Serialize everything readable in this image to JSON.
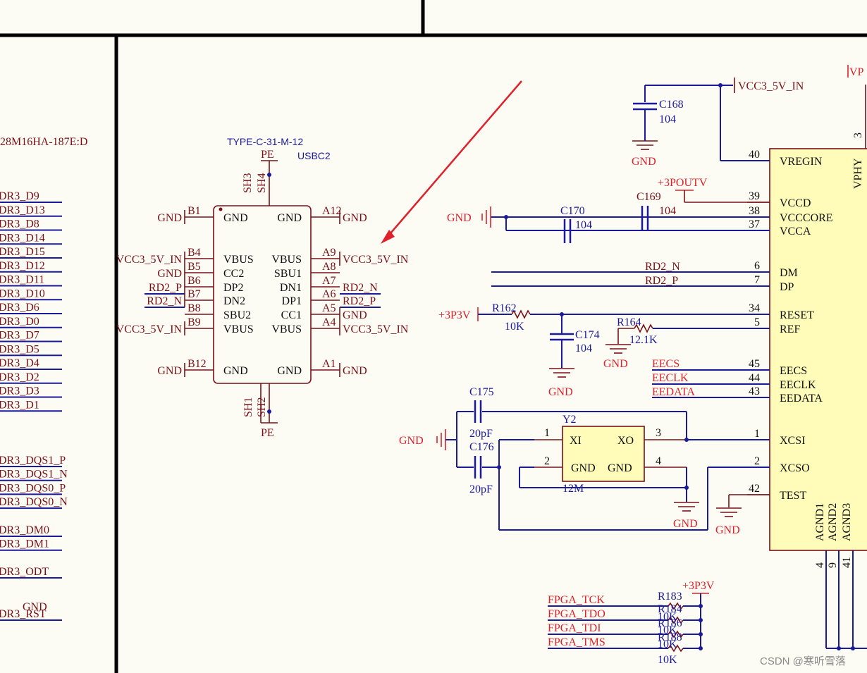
{
  "left_nets": [
    "DR3_D9",
    "DR3_D13",
    "DR3_D8",
    "DR3_D14",
    "DR3_D15",
    "DR3_D12",
    "DR3_D11",
    "DR3_D10",
    "DR3_D6",
    "DR3_D0",
    "DR3_D7",
    "DR3_D5",
    "DR3_D4",
    "DR3_D2",
    "DR3_D3",
    "DR3_D1"
  ],
  "left_nets_2": [
    "DR3_DQS1_P",
    "DR3_DQS1_N",
    "DR3_DQS0_P",
    "DR3_DQS0_N"
  ],
  "left_nets_3": [
    "DR3_DM0",
    "DR3_DM1"
  ],
  "left_odt": "DR3_ODT",
  "left_rst": "DR3_RST",
  "left_gnd": "GND",
  "left_part": "28M16HA-187E:D",
  "usbc": {
    "part": "TYPE-C-31-M-12",
    "ref": "USBC2",
    "pe_top": "PE",
    "pe_bottom": "PE",
    "sh_top": [
      "SH3",
      "SH4"
    ],
    "sh_bottom": [
      "SH1",
      "SH2"
    ],
    "left_pins": [
      {
        "pin": "B1",
        "name": "GND",
        "net": "GND"
      },
      {
        "pin": "B4",
        "name": "VBUS",
        "net": "VCC3_5V_IN"
      },
      {
        "pin": "B5",
        "name": "CC2",
        "net": "GND"
      },
      {
        "pin": "B6",
        "name": "DP2",
        "net": "RD2_P"
      },
      {
        "pin": "B7",
        "name": "DN2",
        "net": "RD2_N"
      },
      {
        "pin": "B8",
        "name": "SBU2",
        "net": ""
      },
      {
        "pin": "B9",
        "name": "VBUS",
        "net": "VCC3_5V_IN"
      },
      {
        "pin": "B12",
        "name": "GND",
        "net": "GND"
      }
    ],
    "right_pins": [
      {
        "pin": "A12",
        "name": "GND",
        "net": "GND"
      },
      {
        "pin": "A9",
        "name": "VBUS",
        "net": "VCC3_5V_IN"
      },
      {
        "pin": "A8",
        "name": "SBU1",
        "net": ""
      },
      {
        "pin": "A7",
        "name": "DN1",
        "net": "RD2_N"
      },
      {
        "pin": "A6",
        "name": "DP1",
        "net": "RD2_P"
      },
      {
        "pin": "A5",
        "name": "CC1",
        "net": "GND"
      },
      {
        "pin": "A4",
        "name": "VBUS",
        "net": "VCC3_5V_IN"
      },
      {
        "pin": "A1",
        "name": "GND",
        "net": "GND"
      }
    ]
  },
  "ic": {
    "right_top_net": "VP",
    "right_pin3": "3",
    "partial_name": "VPHY",
    "pins": [
      {
        "num": "40",
        "name": "VREGIN"
      },
      {
        "num": "39",
        "name": "VCCD"
      },
      {
        "num": "38",
        "name": "VCCCORE"
      },
      {
        "num": "37",
        "name": "VCCA"
      },
      {
        "num": "6",
        "name": "DM"
      },
      {
        "num": "7",
        "name": "DP"
      },
      {
        "num": "34",
        "name": "RESET"
      },
      {
        "num": "5",
        "name": "REF"
      },
      {
        "num": "45",
        "name": "EECS"
      },
      {
        "num": "44",
        "name": "EECLK"
      },
      {
        "num": "43",
        "name": "EEDATA"
      },
      {
        "num": "1",
        "name": "XCSI"
      },
      {
        "num": "2",
        "name": "XCSO"
      },
      {
        "num": "42",
        "name": "TEST"
      }
    ],
    "bottom_pins": [
      {
        "num": "4",
        "name": "AGND1"
      },
      {
        "num": "9",
        "name": "AGND2"
      },
      {
        "num": "41",
        "name": "AGND3"
      }
    ]
  },
  "nets": {
    "vcc3_5v_in": "VCC3_5V_IN",
    "p3poutv": "+3POUTV",
    "p3p3v": "+3P3V",
    "gnd": "GND",
    "rd2_n": "RD2_N",
    "rd2_p": "RD2_P",
    "eecs": "EECS",
    "eeclk": "EECLK",
    "eedata": "EEDATA"
  },
  "components": {
    "c168": {
      "ref": "C168",
      "val": "104"
    },
    "c169": {
      "ref": "C169",
      "val": "104"
    },
    "c170": {
      "ref": "C170",
      "val": "104"
    },
    "c174": {
      "ref": "C174",
      "val": "104"
    },
    "r162": {
      "ref": "R162",
      "val": "10K"
    },
    "r164": {
      "ref": "R164",
      "val": "12.1K"
    },
    "c175": {
      "ref": "C175",
      "val": "20pF"
    },
    "c176": {
      "ref": "C176",
      "val": "20pF"
    },
    "y2": {
      "ref": "Y2",
      "val": "12M",
      "xi": "XI",
      "xo": "XO",
      "gnd1": "GND",
      "gnd2": "GND",
      "p1": "1",
      "p2": "2",
      "p3": "3",
      "p4": "4"
    }
  },
  "jtag": {
    "nets": [
      "FPGA_TCK",
      "FPGA_TDO",
      "FPGA_TDI",
      "FPGA_TMS"
    ],
    "supply": "+3P3V",
    "r183": "R183",
    "r184": "R184",
    "r186": "R186",
    "r188": "R188",
    "values": [
      "10K",
      "10K",
      "10K",
      "10K"
    ]
  },
  "watermark": "CSDN @寒听雪落",
  "colors": {
    "wire": "#1a1a9a",
    "net_red": "#e0202a",
    "component": "#7a1018",
    "ic_fill": "#fffbb8",
    "background": "#fdfcf4"
  }
}
